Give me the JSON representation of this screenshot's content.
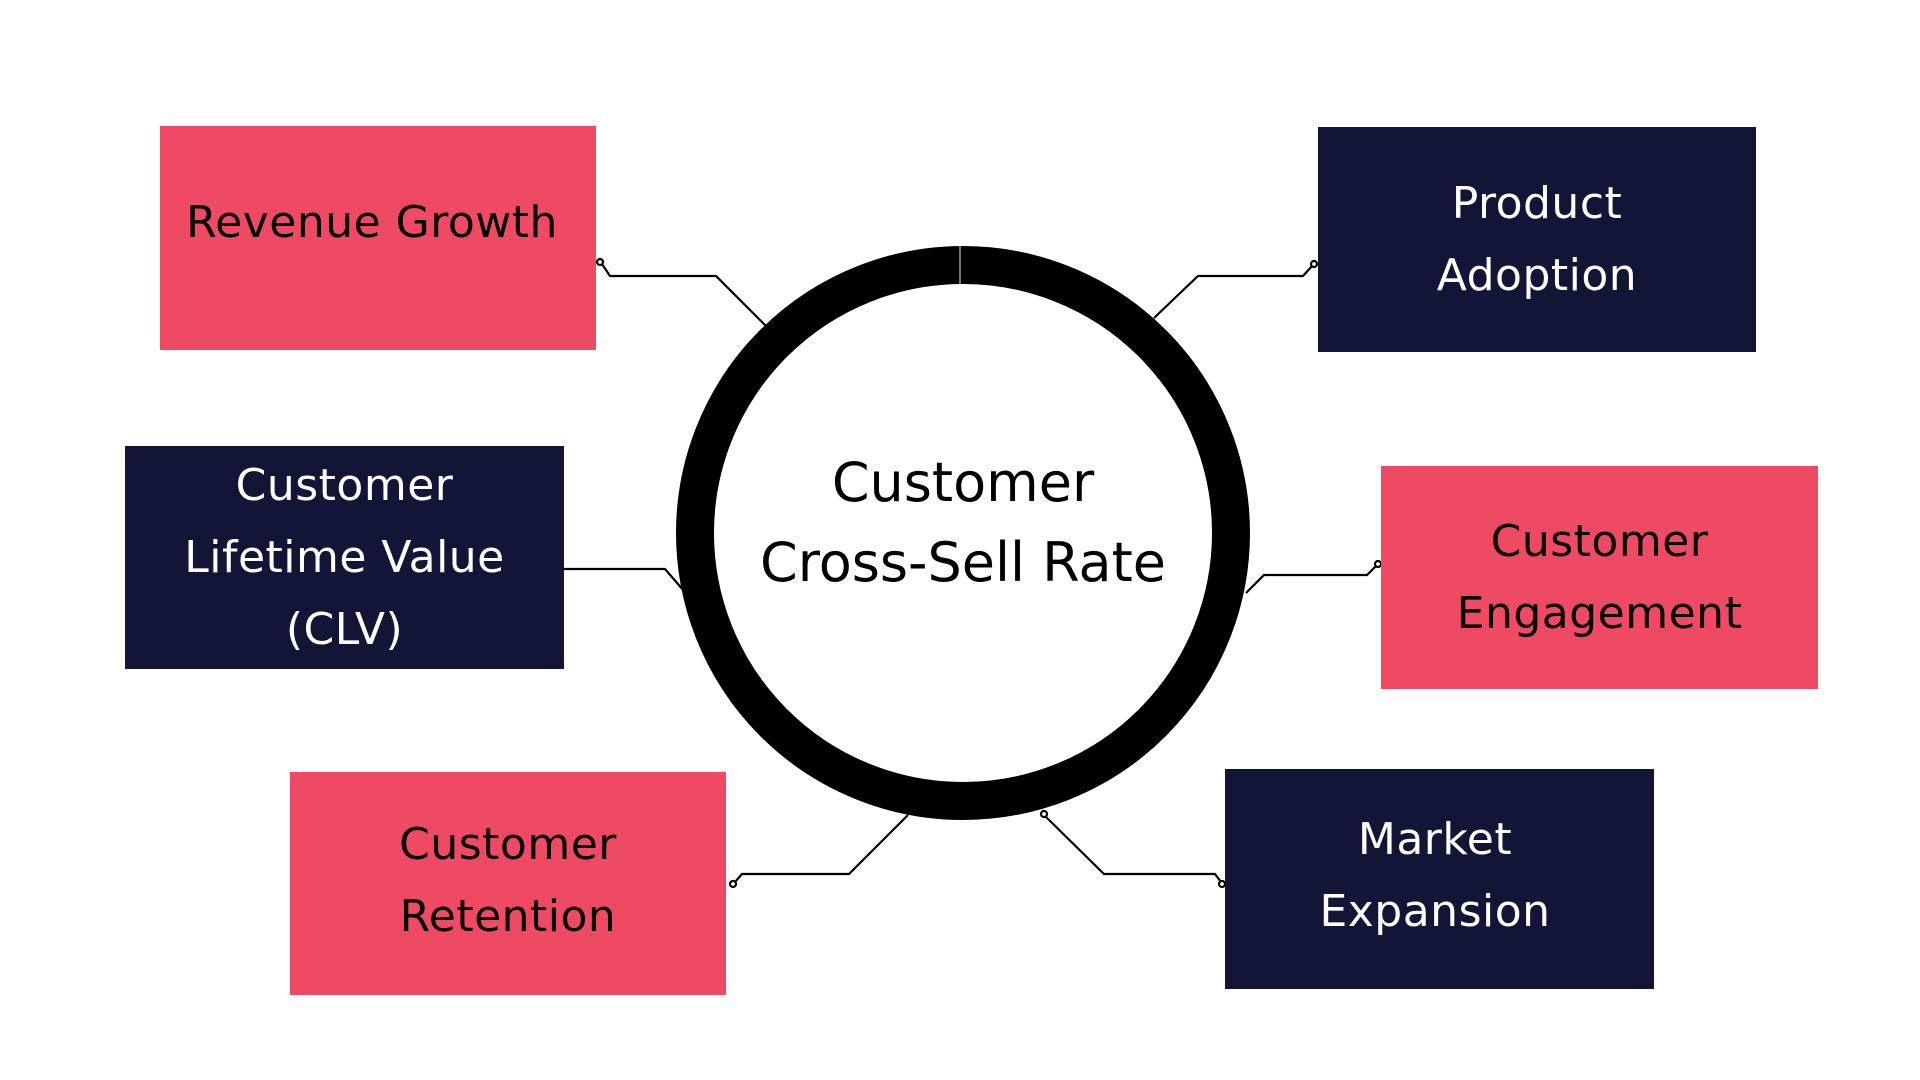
{
  "diagram": {
    "type": "hub-and-spoke",
    "center": {
      "lines": [
        "Customer",
        "Cross-Sell Rate"
      ]
    },
    "colors": {
      "pink": "#EF4A63",
      "navy": "#131536",
      "ring": "#000000",
      "connector": "#000000"
    },
    "nodes": [
      {
        "id": "revenue",
        "lines": [
          "Revenue Growth"
        ],
        "color": "pink",
        "position": "top-left"
      },
      {
        "id": "product",
        "lines": [
          "Product",
          "Adoption"
        ],
        "color": "navy",
        "position": "top-right"
      },
      {
        "id": "clv",
        "lines": [
          "Customer",
          "Lifetime Value",
          "(CLV)"
        ],
        "color": "navy",
        "position": "middle-left"
      },
      {
        "id": "engagement",
        "lines": [
          "Customer",
          "Engagement"
        ],
        "color": "pink",
        "position": "middle-right"
      },
      {
        "id": "retention",
        "lines": [
          "Customer",
          "Retention"
        ],
        "color": "pink",
        "position": "bottom-left"
      },
      {
        "id": "market",
        "lines": [
          "Market",
          "Expansion"
        ],
        "color": "navy",
        "position": "bottom-right"
      }
    ]
  }
}
